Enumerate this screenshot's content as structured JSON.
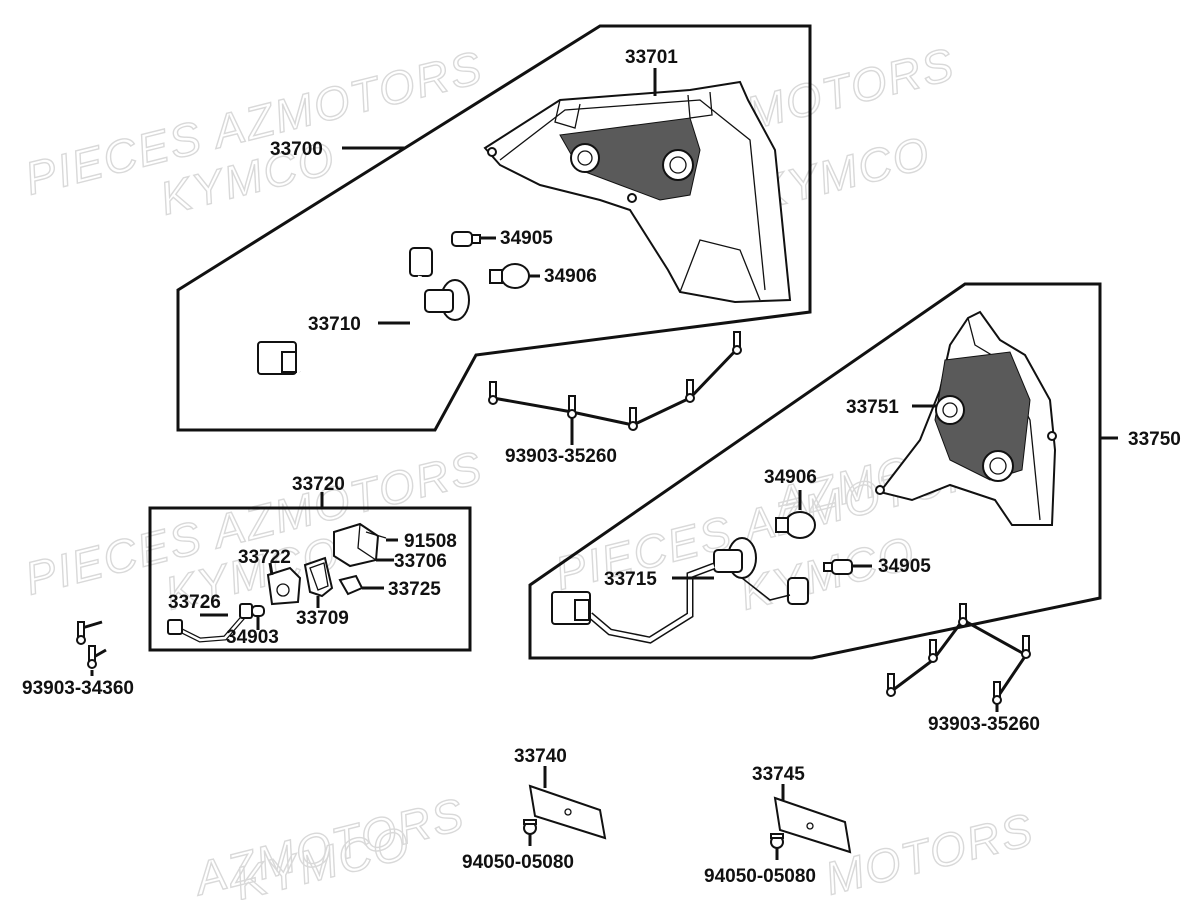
{
  "watermarks": [
    "PIECES AZMOTORS",
    "KYMCO",
    "AZMOTORS",
    "KYMCO",
    "PIECES AZMOTORS",
    "KYMCO",
    "PIECES AZMOTORS",
    "KYMCO",
    "AZMOTORS",
    "KYMCO",
    "AZMOTORS",
    "MOTORS"
  ],
  "labels": {
    "l33701": "33701",
    "l33700": "33700",
    "l34905a": "34905",
    "l34906a": "34906",
    "l33710": "33710",
    "l93903_35260a": "93903-35260",
    "l33720": "33720",
    "l91508": "91508",
    "l33706": "33706",
    "l33722": "33722",
    "l33725": "33725",
    "l33726": "33726",
    "l33709": "33709",
    "l34903": "34903",
    "l93903_34360": "93903-34360",
    "l33751": "33751",
    "l33750": "33750",
    "l34906b": "34906",
    "l34905b": "34905",
    "l33715": "33715",
    "l93903_35260b": "93903-35260",
    "l33740": "33740",
    "l33745": "33745",
    "l94050_05080a": "94050-05080",
    "l94050_05080b": "94050-05080"
  }
}
